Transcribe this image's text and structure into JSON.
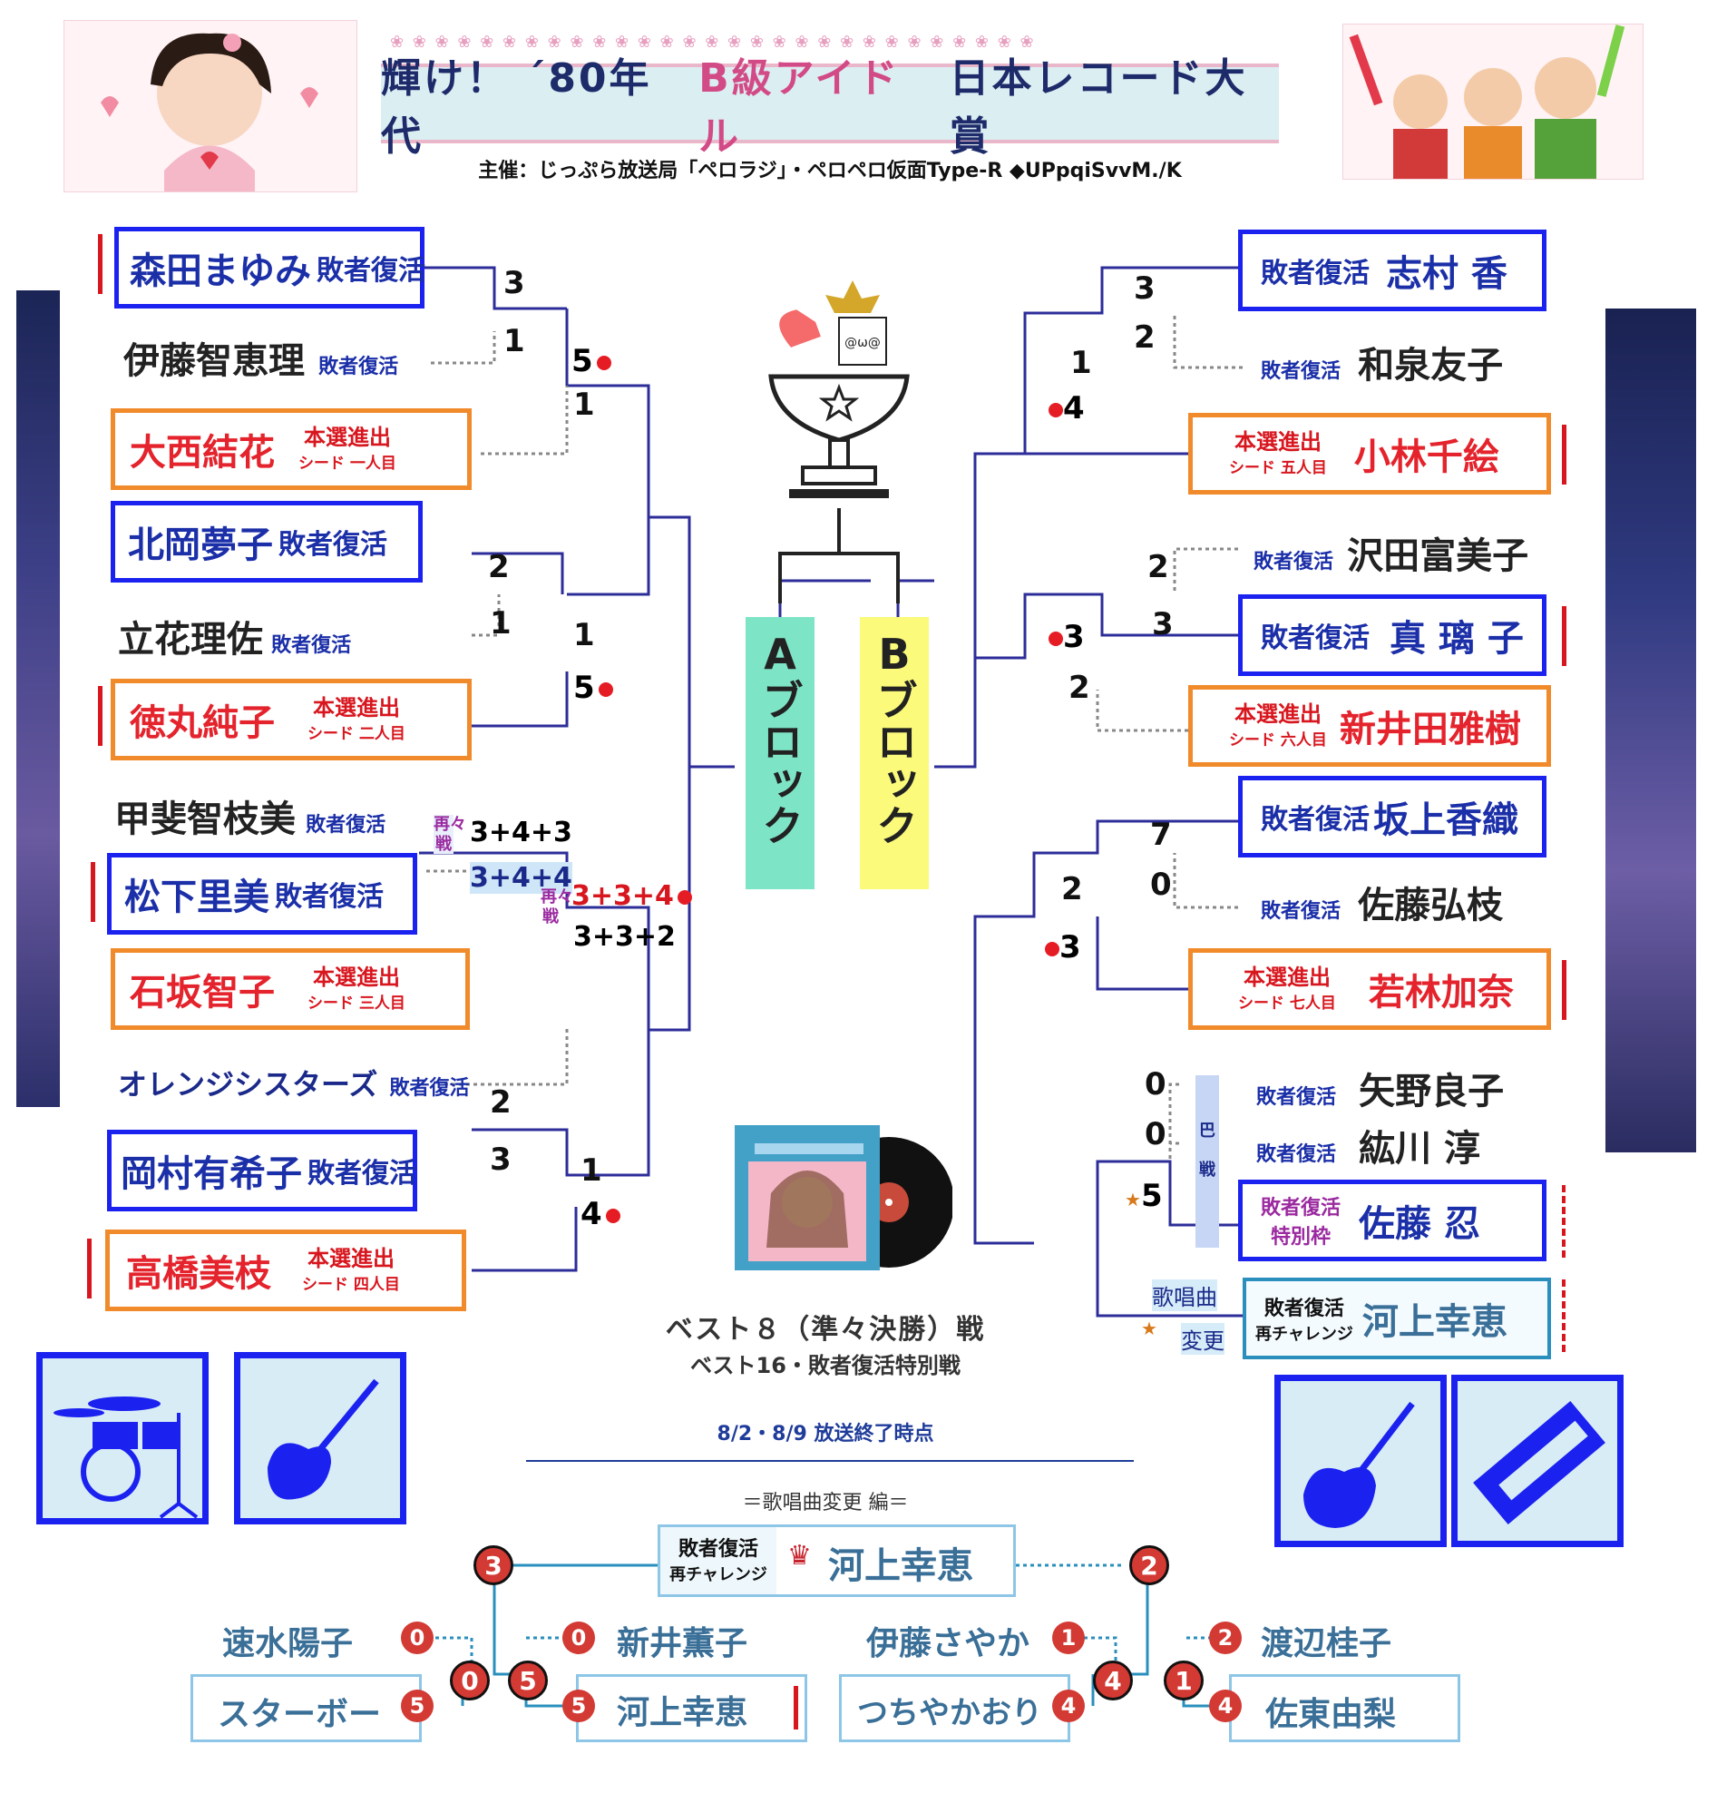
{
  "header": {
    "title_pre": "輝け！ ´80年代",
    "title_mid": "B級アイドル",
    "title_post": "日本レコード大賞",
    "sponsor": "主催：じっぷら放送局「ペロラジ」・ペロペロ仮面Type-R ◆UPpqiSvvM./K"
  },
  "tags": {
    "revival": "敗者復活",
    "main": "本選進出",
    "revival_special_1": "敗者復活",
    "revival_special_2": "特別枠",
    "rechallenge": "再チャレンジ",
    "song_change_1": "歌唱曲",
    "song_change_2": "変更",
    "rematch": "再々戦",
    "tomoe": "巴戦"
  },
  "blocks": {
    "a": "Aブロック",
    "b": "Bブロック"
  },
  "trophy_text": "@ω@",
  "left": {
    "p1": {
      "name": "森田まゆみ",
      "tag": "敗者復活"
    },
    "p2": {
      "name": "伊藤智恵理",
      "tag": "敗者復活"
    },
    "p3": {
      "name": "大西結花",
      "tag": "本選進出",
      "seed": "シード 一人目"
    },
    "p4": {
      "name": "北岡夢子",
      "tag": "敗者復活"
    },
    "p5": {
      "name": "立花理佐",
      "tag": "敗者復活"
    },
    "p6": {
      "name": "徳丸純子",
      "tag": "本選進出",
      "seed": "シード 二人目"
    },
    "p7": {
      "name": "甲斐智枝美",
      "tag": "敗者復活"
    },
    "p8": {
      "name": "松下里美",
      "tag": "敗者復活"
    },
    "p9": {
      "name": "石坂智子",
      "tag": "本選進出",
      "seed": "シード 三人目"
    },
    "p10": {
      "name": "オレンジシスターズ",
      "tag": "敗者復活"
    },
    "p11": {
      "name": "岡村有希子",
      "tag": "敗者復活"
    },
    "p12": {
      "name": "高橋美枝",
      "tag": "本選進出",
      "seed": "シード 四人目"
    }
  },
  "right": {
    "p1": {
      "name": "志村 香",
      "tag": "敗者復活"
    },
    "p2": {
      "name": "和泉友子",
      "tag": "敗者復活"
    },
    "p3": {
      "name": "小林千絵",
      "tag": "本選進出",
      "seed": "シード 五人目"
    },
    "p4": {
      "name": "沢田富美子",
      "tag": "敗者復活"
    },
    "p5": {
      "name": "真 璃 子",
      "tag": "敗者復活"
    },
    "p6": {
      "name": "新井田雅樹",
      "tag": "本選進出",
      "seed": "シード 六人目"
    },
    "p7": {
      "name": "坂上香織",
      "tag": "敗者復活"
    },
    "p8": {
      "name": "佐藤弘枝",
      "tag": "敗者復活"
    },
    "p9": {
      "name": "若林加奈",
      "tag": "本選進出",
      "seed": "シード 七人目"
    },
    "p10": {
      "name": "矢野良子",
      "tag": "敗者復活"
    },
    "p11": {
      "name": "紘川 淳",
      "tag": "敗者復活"
    },
    "p12": {
      "name": "佐藤 忍"
    },
    "p13": {
      "name": "河上幸恵"
    }
  },
  "scores": {
    "l1": "3",
    "l2": "1",
    "l3": "5",
    "l4": "1",
    "l5": "2",
    "l6": "1",
    "l7": "1",
    "l8": "5",
    "l9": "3+4+3",
    "l10": "3+4+4",
    "l11": "3+3+4",
    "l12": "3+3+2",
    "l13": "2",
    "l14": "3",
    "l15": "1",
    "l16": "4",
    "r1": "3",
    "r2": "2",
    "r3": "1",
    "r4": "4",
    "r5": "2",
    "r6": "3",
    "r7": "3",
    "r8": "2",
    "r9": "7",
    "r10": "0",
    "r11": "2",
    "r12": "3",
    "r13": "0",
    "r14": "0",
    "r15": "5"
  },
  "captions": {
    "best8": "ベスト８（準々決勝）戦",
    "best16": "ベスト16・敗者復活特別戦",
    "date": "8/2・8/9 放送終了時点",
    "song_change_heading": "＝歌唱曲変更 編＝"
  },
  "lower": {
    "winner": "河上幸恵",
    "winner_score": "3",
    "right_score": "2",
    "hayami": {
      "name": "速水陽子",
      "score": "0"
    },
    "starbo": {
      "name": "スターボー",
      "score": "5"
    },
    "arai": {
      "name": "新井薫子",
      "score": "0"
    },
    "kawakami": {
      "name": "河上幸恵",
      "score": "5"
    },
    "ito": {
      "name": "伊藤さやか",
      "score": "1"
    },
    "tsuchiya": {
      "name": "つちやかおり",
      "score": "4"
    },
    "watanabe": {
      "name": "渡辺桂子",
      "score": "2"
    },
    "sato": {
      "name": "佐東由梨",
      "score": "4"
    },
    "m1": "0",
    "m2": "5",
    "m3": "4",
    "m4": "1"
  },
  "icons": [
    "drum-icon",
    "bass-guitar-icon",
    "electric-guitar-icon",
    "keyboard-icon"
  ],
  "colors": {
    "blue_frame": "#1b22f0",
    "orange_frame": "#f08a2b",
    "line": "#2d2d9a",
    "red": "#e4232c"
  }
}
